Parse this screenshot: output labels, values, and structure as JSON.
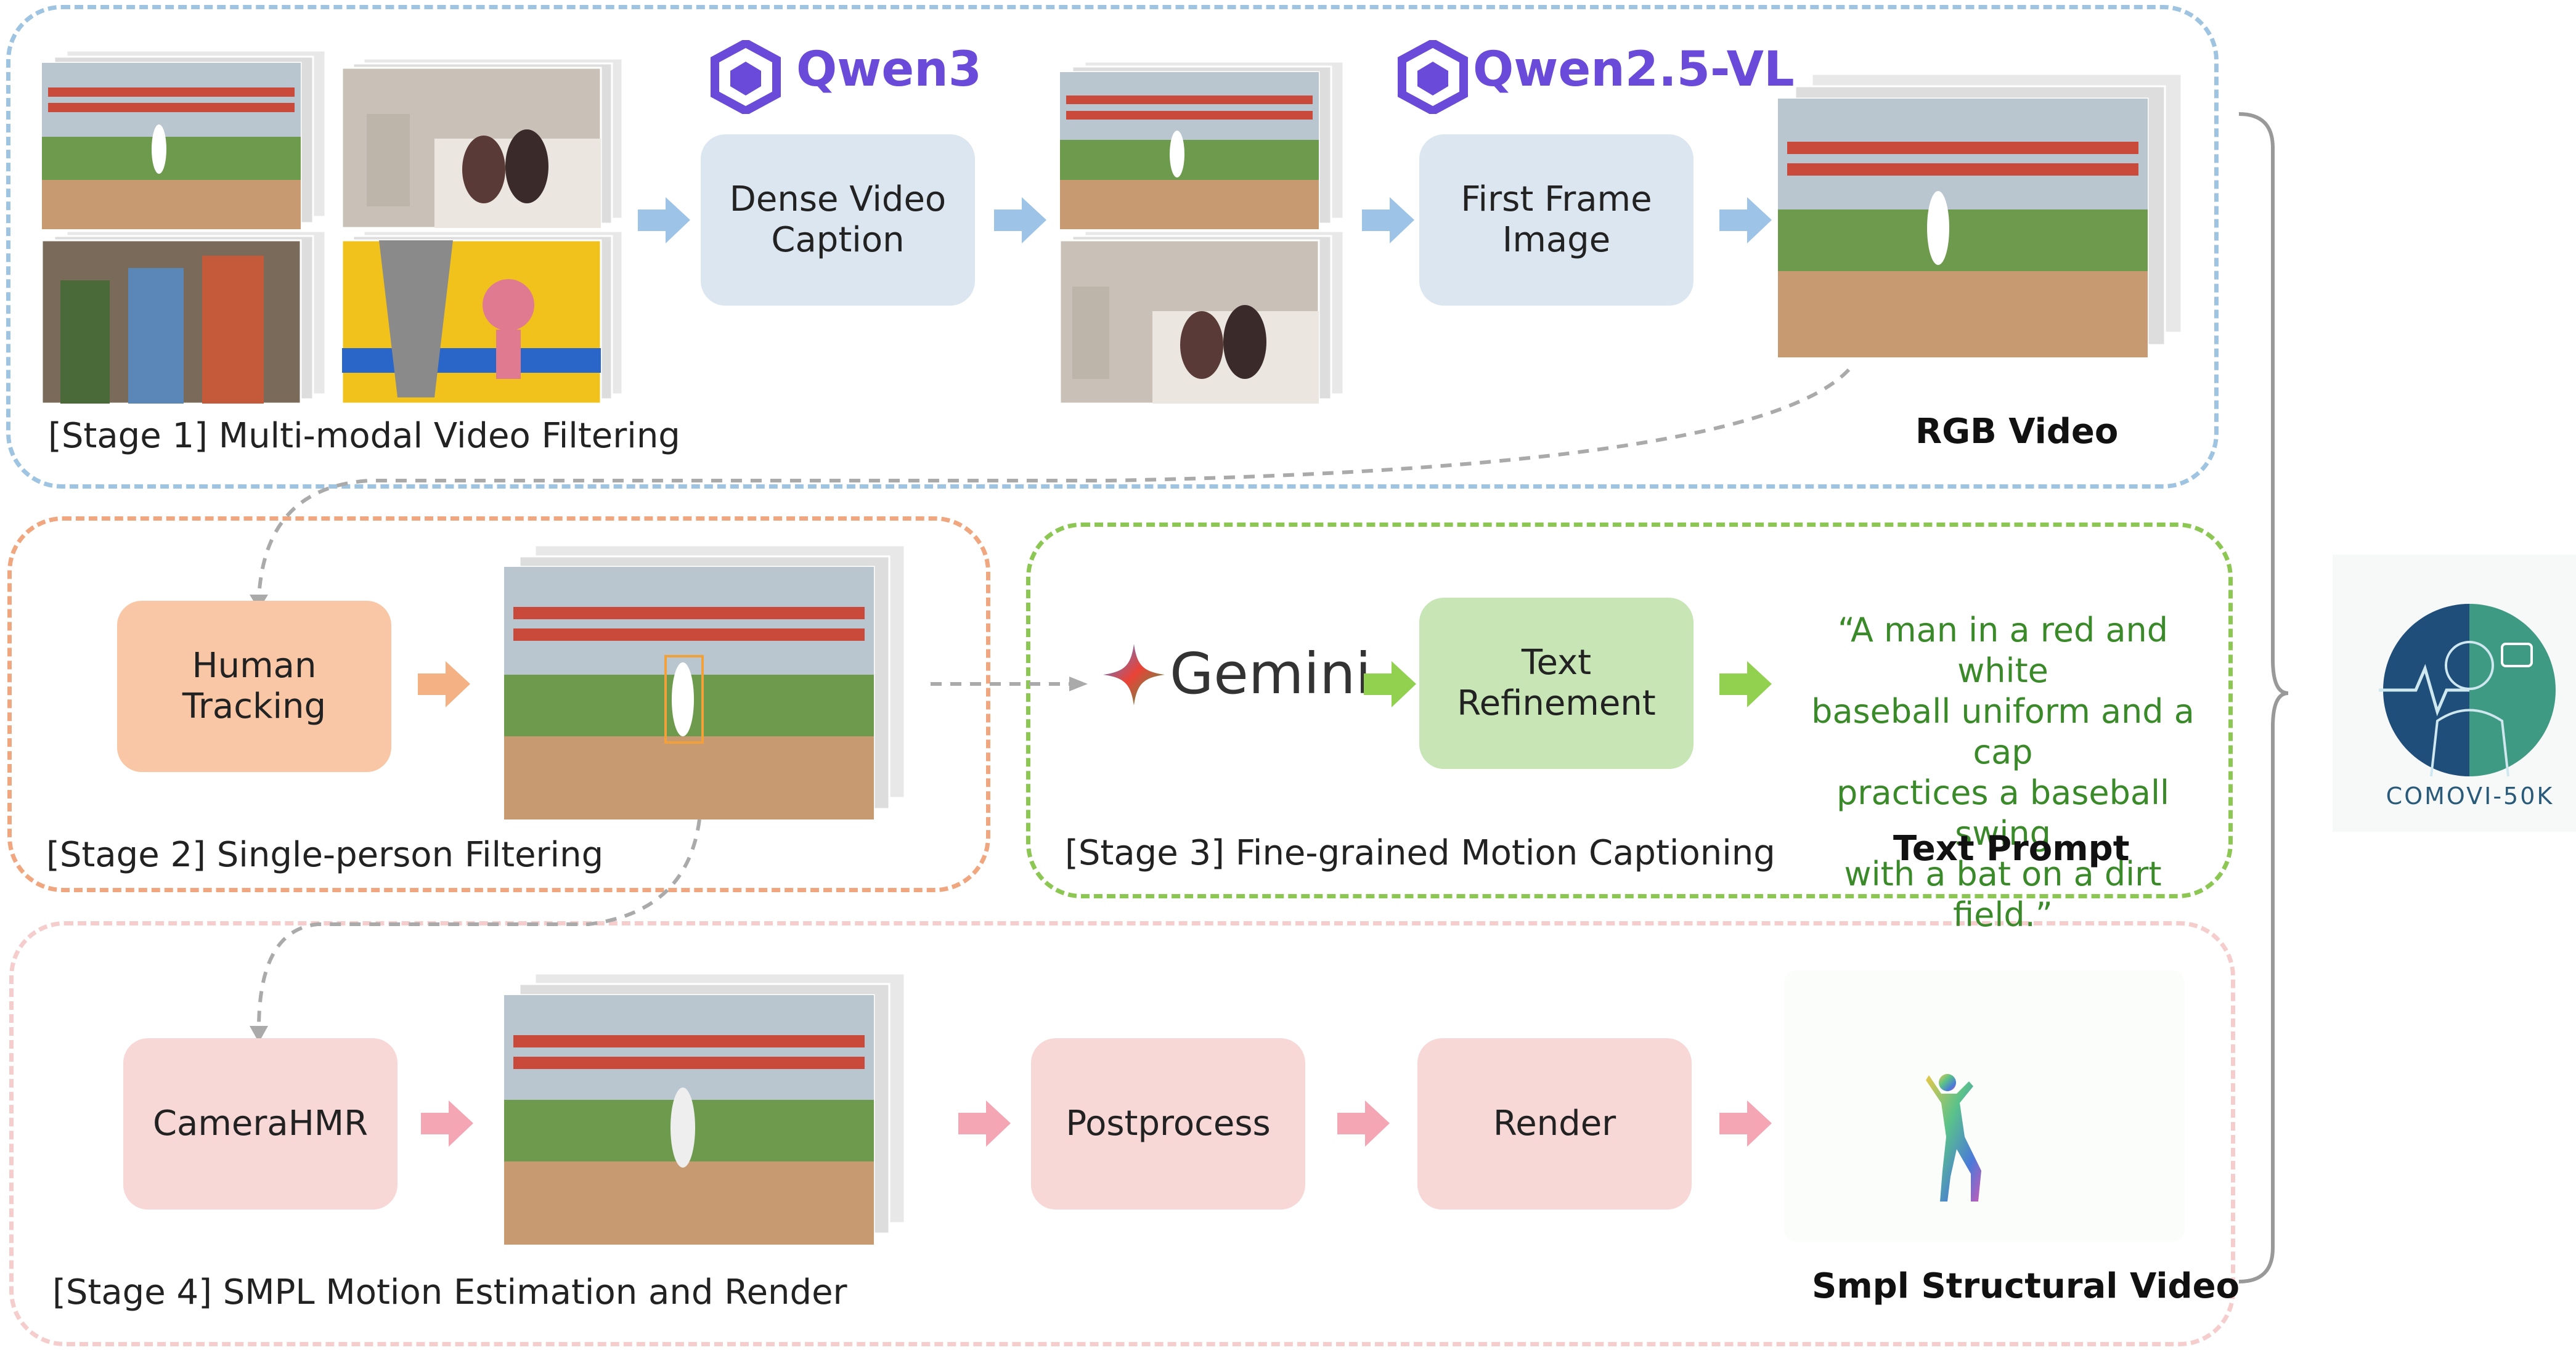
{
  "stage1": {
    "label": "[Stage 1] Multi-modal Video Filtering",
    "qwen3_logo": "Qwen3",
    "qwen25_logo": "Qwen2.5-VL",
    "dense_caption_box": "Dense Video\nCaption",
    "first_frame_box": "First Frame\nImage",
    "output_label": "RGB Video"
  },
  "stage2": {
    "label": "[Stage 2] Single-person Filtering",
    "tracking_box": "Human\nTracking"
  },
  "stage3": {
    "label": "[Stage 3] Fine-grained Motion Captioning",
    "gemini_logo": "Gemini",
    "refine_box": "Text\nRefinement",
    "prompt_text": "“A man in a red and white\nbaseball uniform and a cap\npractices a baseball swing\nwith a bat on a dirt  field.”",
    "output_label": "Text Prompt"
  },
  "stage4": {
    "label": "[Stage 4] SMPL Motion Estimation and Render",
    "hmr_box": "CameraHMR",
    "post_box": "Postprocess",
    "render_box": "Render",
    "output_label": "Smpl Structural Video"
  },
  "dataset": {
    "name": "COMOVI-50K"
  },
  "colors": {
    "stage1_border": "#9ec4e2",
    "stage2_border": "#f0a67e",
    "stage3_border": "#8cc653",
    "stage4_border": "#f5cdcd",
    "box_blue": "#dce6f0",
    "box_orange": "#f9c7a6",
    "box_green": "#c7e5b5",
    "box_pink": "#f8d7d7",
    "arrow_blue": "#9dc3e6",
    "arrow_orange": "#f4b183",
    "arrow_green": "#92d050",
    "arrow_pink": "#f4a6b4",
    "qwen_purple": "#6a4bd9",
    "prompt_green": "#3a8a2a"
  },
  "icons": [
    "qwen-icon",
    "gemini-star-icon",
    "comovi-logo-icon",
    "video-frame-stack",
    "smpl-figure-icon"
  ]
}
